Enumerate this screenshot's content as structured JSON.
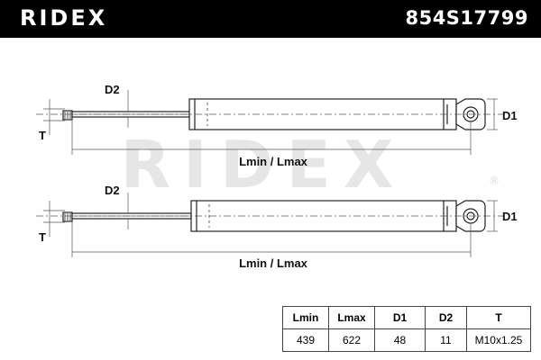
{
  "header": {
    "brand": "RIDEX",
    "part_number": "854S17799",
    "background_color": "#000000",
    "text_color": "#ffffff"
  },
  "watermark": {
    "text": "RIDEX",
    "mark": "®",
    "color": "#e6e6e6"
  },
  "drawing": {
    "dimension_labels": {
      "d1": "D1",
      "d2": "D2",
      "t": "T",
      "length": "Lmin / Lmax"
    }
  },
  "spec_table": {
    "headers": [
      "Lmin",
      "Lmax",
      "D1",
      "D2",
      "T"
    ],
    "values": [
      "439",
      "622",
      "48",
      "11",
      "M10x1.25"
    ]
  }
}
